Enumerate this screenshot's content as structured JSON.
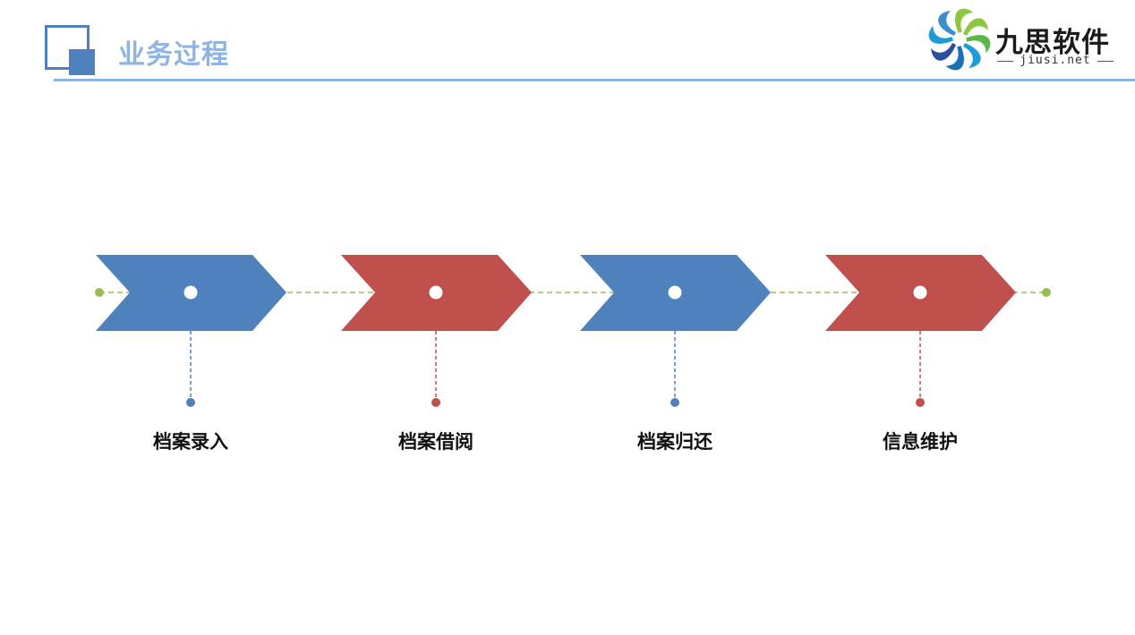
{
  "header": {
    "title": "业务过程",
    "accent_color": "#4f81bd",
    "title_color": "#8eb4e3"
  },
  "logo": {
    "brand": "九思软件",
    "domain": "jiusi.net",
    "icon": "pinwheel-logo-icon"
  },
  "process": {
    "line_color": "#9bbb59",
    "steps": [
      {
        "label": "档案录入",
        "color": "#4f81bd"
      },
      {
        "label": "档案借阅",
        "color": "#c0504d"
      },
      {
        "label": "档案归还",
        "color": "#4f81bd"
      },
      {
        "label": "信息维护",
        "color": "#c0504d"
      }
    ]
  }
}
